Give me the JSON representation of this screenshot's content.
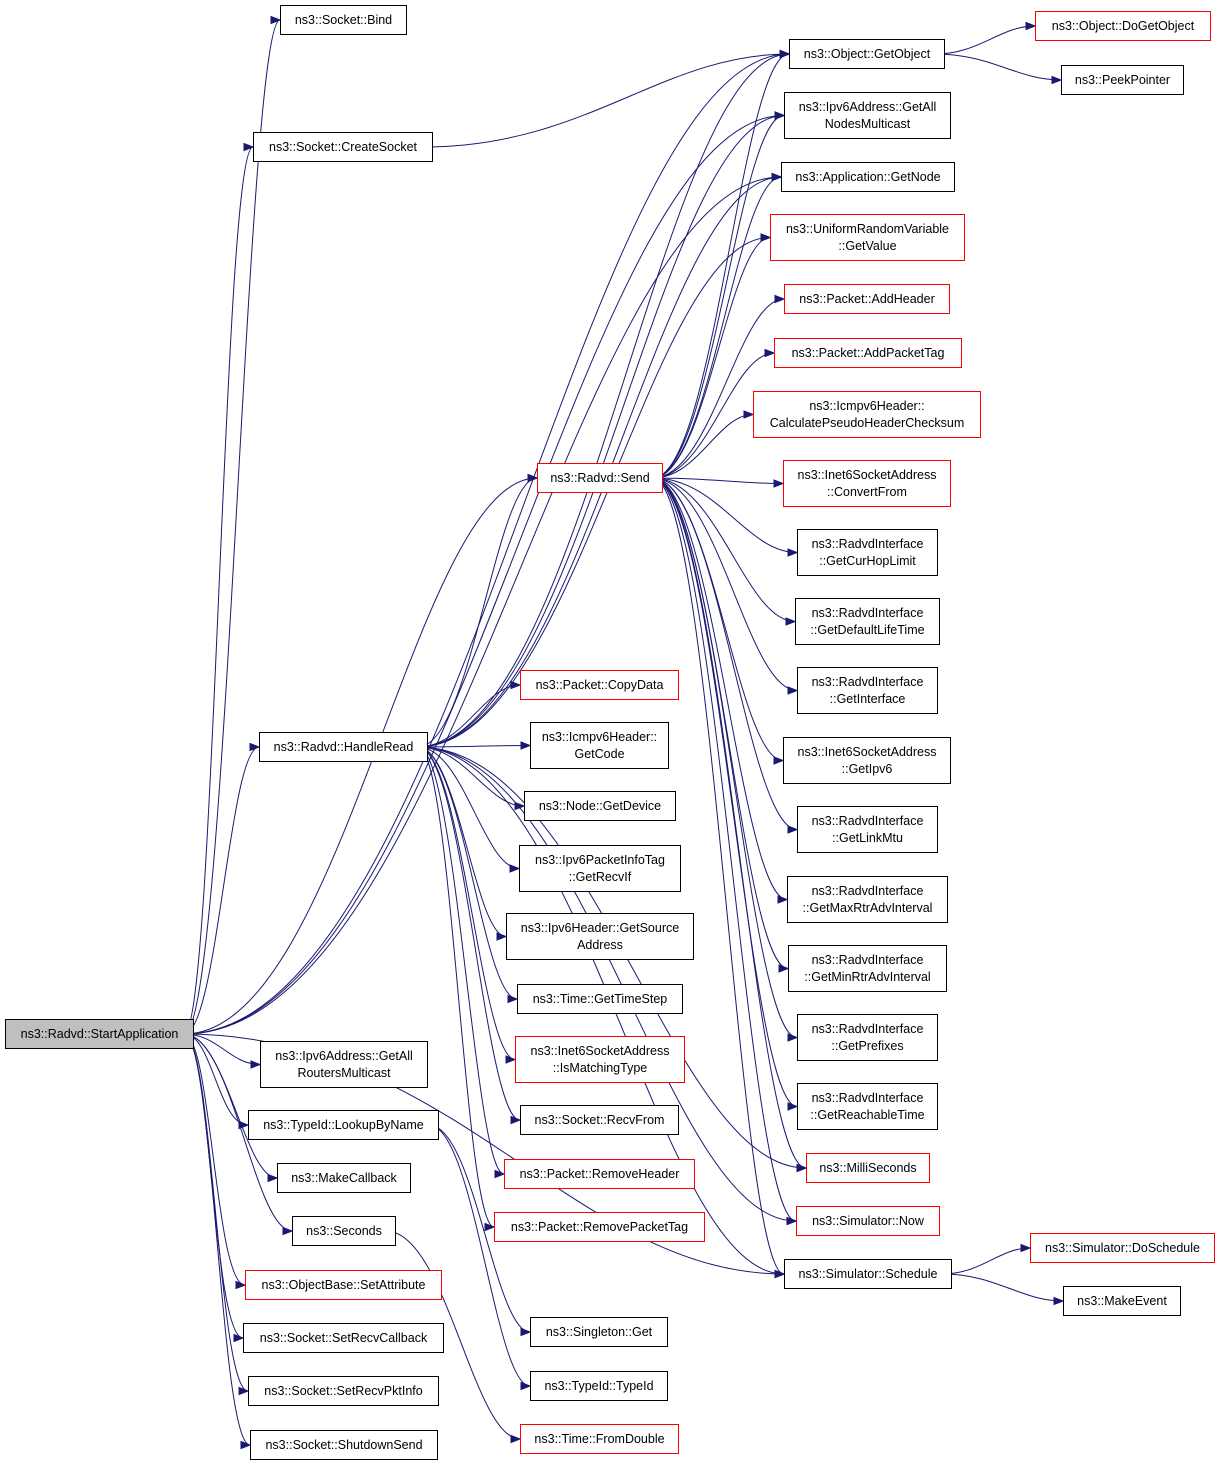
{
  "colors": {
    "edge": "#191970",
    "node_border": "#000000",
    "node_border_external": "#ff0000",
    "root_fill": "#bfbfbf"
  },
  "nodes": {
    "start_application": [
      "ns3::Radvd::StartApplication"
    ],
    "socket_bind": [
      "ns3::Socket::Bind"
    ],
    "socket_create_socket": [
      "ns3::Socket::CreateSocket"
    ],
    "radvd_handle_read": [
      "ns3::Radvd::HandleRead"
    ],
    "ipv6_get_all_routers_multicast": [
      "ns3::Ipv6Address::GetAll",
      "RoutersMulticast"
    ],
    "typeid_lookup_by_name": [
      "ns3::TypeId::LookupByName"
    ],
    "make_callback": [
      "ns3::MakeCallback"
    ],
    "seconds": [
      "ns3::Seconds"
    ],
    "objectbase_set_attribute": [
      "ns3::ObjectBase::SetAttribute"
    ],
    "socket_set_recv_callback": [
      "ns3::Socket::SetRecvCallback"
    ],
    "socket_set_recv_pkt_info": [
      "ns3::Socket::SetRecvPktInfo"
    ],
    "socket_shutdown_send": [
      "ns3::Socket::ShutdownSend"
    ],
    "radvd_send": [
      "ns3::Radvd::Send"
    ],
    "packet_copy_data": [
      "ns3::Packet::CopyData"
    ],
    "icmpv6_get_code": [
      "ns3::Icmpv6Header::",
      "GetCode"
    ],
    "node_get_device": [
      "ns3::Node::GetDevice"
    ],
    "ipv6_packet_info_tag_get_recv_if": [
      "ns3::Ipv6PacketInfoTag",
      "::GetRecvIf"
    ],
    "ipv6_header_get_source_address": [
      "ns3::Ipv6Header::GetSource",
      "Address"
    ],
    "time_get_time_step": [
      "ns3::Time::GetTimeStep"
    ],
    "inet6_is_matching_type": [
      "ns3::Inet6SocketAddress",
      "::IsMatchingType"
    ],
    "socket_recv_from": [
      "ns3::Socket::RecvFrom"
    ],
    "packet_remove_header": [
      "ns3::Packet::RemoveHeader"
    ],
    "packet_remove_packet_tag": [
      "ns3::Packet::RemovePacketTag"
    ],
    "singleton_get": [
      "ns3::Singleton::Get"
    ],
    "typeid_typeid": [
      "ns3::TypeId::TypeId"
    ],
    "time_from_double": [
      "ns3::Time::FromDouble"
    ],
    "object_get_object": [
      "ns3::Object::GetObject"
    ],
    "ipv6_get_all_nodes_multicast": [
      "ns3::Ipv6Address::GetAll",
      "NodesMulticast"
    ],
    "application_get_node": [
      "ns3::Application::GetNode"
    ],
    "uniform_random_get_value": [
      "ns3::UniformRandomVariable",
      "::GetValue"
    ],
    "packet_add_header": [
      "ns3::Packet::AddHeader"
    ],
    "packet_add_packet_tag": [
      "ns3::Packet::AddPacketTag"
    ],
    "icmpv6_calculate_pseudo_header_checksum": [
      "ns3::Icmpv6Header::",
      "CalculatePseudoHeaderChecksum"
    ],
    "inet6_convert_from": [
      "ns3::Inet6SocketAddress",
      "::ConvertFrom"
    ],
    "radvd_get_cur_hop_limit": [
      "ns3::RadvdInterface",
      "::GetCurHopLimit"
    ],
    "radvd_get_default_life_time": [
      "ns3::RadvdInterface",
      "::GetDefaultLifeTime"
    ],
    "radvd_get_interface": [
      "ns3::RadvdInterface",
      "::GetInterface"
    ],
    "inet6_get_ipv6": [
      "ns3::Inet6SocketAddress",
      "::GetIpv6"
    ],
    "radvd_get_link_mtu": [
      "ns3::RadvdInterface",
      "::GetLinkMtu"
    ],
    "radvd_get_max_rtr_adv_interval": [
      "ns3::RadvdInterface",
      "::GetMaxRtrAdvInterval"
    ],
    "radvd_get_min_rtr_adv_interval": [
      "ns3::RadvdInterface",
      "::GetMinRtrAdvInterval"
    ],
    "radvd_get_prefixes": [
      "ns3::RadvdInterface",
      "::GetPrefixes"
    ],
    "radvd_get_reachable_time": [
      "ns3::RadvdInterface",
      "::GetReachableTime"
    ],
    "milli_seconds": [
      "ns3::MilliSeconds"
    ],
    "simulator_now": [
      "ns3::Simulator::Now"
    ],
    "simulator_schedule": [
      "ns3::Simulator::Schedule"
    ],
    "object_do_get_object": [
      "ns3::Object::DoGetObject"
    ],
    "peek_pointer": [
      "ns3::PeekPointer"
    ],
    "simulator_do_schedule": [
      "ns3::Simulator::DoSchedule"
    ],
    "make_event": [
      "ns3::MakeEvent"
    ]
  }
}
